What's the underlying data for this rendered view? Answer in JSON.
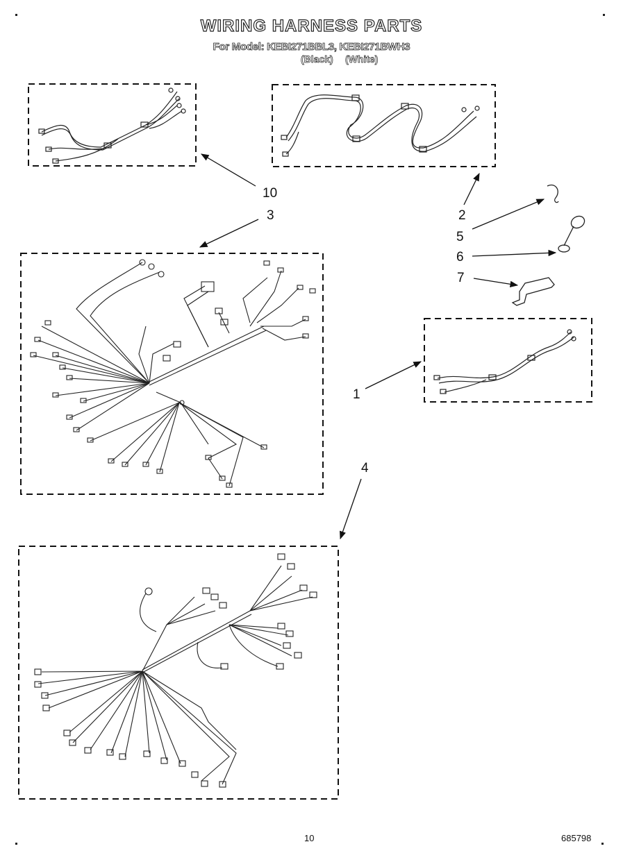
{
  "header": {
    "title": "WIRING HARNESS PARTS",
    "model_line": "For Model: KEBI271BBL3, KEBI271BWH3",
    "variant_black": "(Black)",
    "variant_white": "(White)"
  },
  "callouts": {
    "c10": "10",
    "c3": "3",
    "c2": "2",
    "c5": "5",
    "c6": "6",
    "c7": "7",
    "c1": "1",
    "c4": "4"
  },
  "footer": {
    "page_number": "10",
    "doc_number": "685798"
  }
}
